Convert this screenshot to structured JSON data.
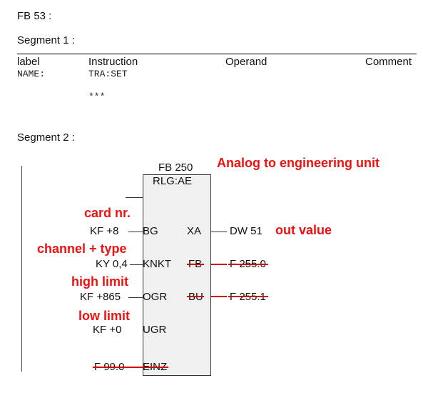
{
  "header": {
    "fb_title": "FB 53 :"
  },
  "segment1": {
    "title": "Segment 1 :",
    "columns": {
      "label": "label",
      "instruction": "Instruction",
      "operand": "Operand",
      "comment": "Comment"
    },
    "rows": [
      {
        "label": "NAME:",
        "instruction": "TRA:SET"
      },
      {
        "label": "",
        "instruction": "***"
      }
    ]
  },
  "segment2": {
    "title": "Segment 2 :",
    "block": {
      "name": "FB 250",
      "type": "RLG:AE"
    },
    "annotations": {
      "title": "Analog to engineering unit",
      "card_nr": "card nr.",
      "channel_type": "channel + type",
      "high_limit": "high limit",
      "low_limit": "low limit",
      "out_value": "out value"
    },
    "inputs": [
      {
        "value": "KF +8",
        "pin": "BG"
      },
      {
        "value": "KY 0,4",
        "pin": "KNKT"
      },
      {
        "value": "KF +865",
        "pin": "OGR"
      },
      {
        "value": "KF +0",
        "pin": "UGR"
      },
      {
        "value": "F 99.0",
        "pin": "EINZ"
      }
    ],
    "outputs": [
      {
        "pin": "XA",
        "value": "DW 51"
      },
      {
        "pin": "FB",
        "value": "F 255.0"
      },
      {
        "pin": "BU",
        "value": "F 255.1"
      }
    ],
    "colors": {
      "annotation": "#ee1111",
      "strike": "#cc0000"
    }
  }
}
